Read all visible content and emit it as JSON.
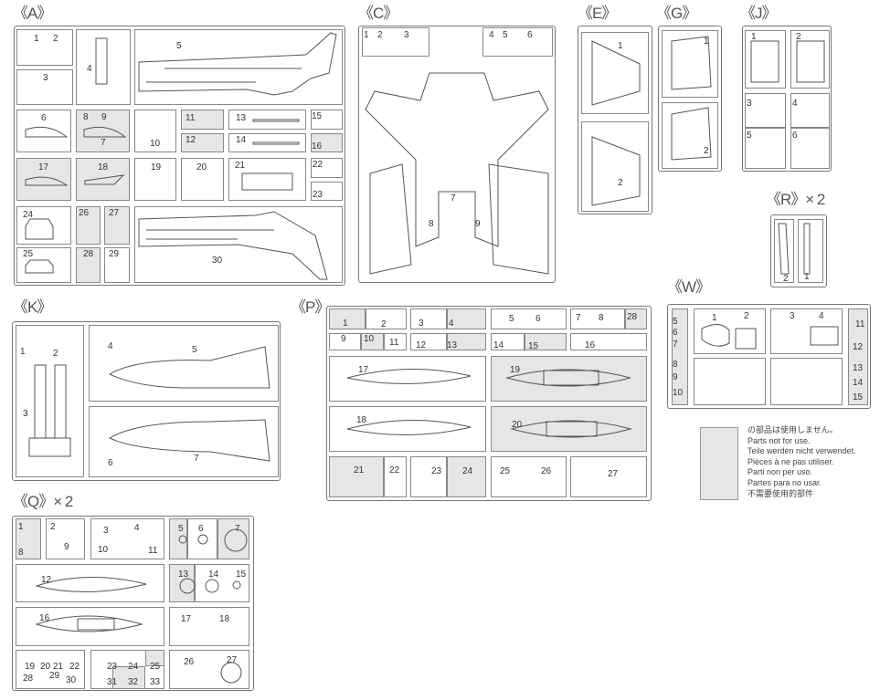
{
  "sheets": {
    "A": {
      "title": "《A》",
      "p": [
        "1",
        "2",
        "3",
        "4",
        "5",
        "6",
        "7",
        "8",
        "9",
        "10",
        "11",
        "12",
        "13",
        "14",
        "15",
        "16",
        "17",
        "18",
        "19",
        "20",
        "21",
        "22",
        "23",
        "24",
        "25",
        "26",
        "27",
        "28",
        "29",
        "30"
      ]
    },
    "C": {
      "title": "《C》",
      "p": [
        "1",
        "2",
        "3",
        "4",
        "5",
        "6",
        "7",
        "8",
        "9"
      ]
    },
    "E": {
      "title": "《E》",
      "p": [
        "1",
        "2"
      ]
    },
    "G": {
      "title": "《G》",
      "p": [
        "1",
        "2"
      ]
    },
    "J": {
      "title": "《J》",
      "p": [
        "1",
        "2",
        "3",
        "4",
        "5",
        "6"
      ]
    },
    "R": {
      "title": "《R》× 2",
      "p": [
        "1",
        "2"
      ]
    },
    "K": {
      "title": "《K》",
      "p": [
        "1",
        "2",
        "3",
        "4",
        "5",
        "6",
        "7"
      ]
    },
    "P": {
      "title": "《P》",
      "p": [
        "1",
        "2",
        "3",
        "4",
        "5",
        "6",
        "7",
        "8",
        "9",
        "10",
        "11",
        "12",
        "13",
        "14",
        "15",
        "16",
        "17",
        "18",
        "19",
        "20",
        "21",
        "22",
        "23",
        "24",
        "25",
        "26",
        "27",
        "28"
      ]
    },
    "W": {
      "title": "《W》",
      "p": [
        "1",
        "2",
        "3",
        "4",
        "5",
        "6",
        "7",
        "8",
        "9",
        "10",
        "11",
        "12",
        "13",
        "14",
        "15"
      ]
    },
    "Q": {
      "title": "《Q》× 2",
      "p": [
        "1",
        "2",
        "3",
        "4",
        "5",
        "6",
        "7",
        "8",
        "9",
        "10",
        "11",
        "12",
        "13",
        "14",
        "15",
        "16",
        "17",
        "18",
        "19",
        "20",
        "21",
        "22",
        "23",
        "24",
        "25",
        "26",
        "27",
        "28",
        "29",
        "30",
        "31",
        "32",
        "33"
      ]
    }
  },
  "legend": {
    "lines": [
      "の部品は使用しません。",
      "Parts not for use.",
      "Teile werden nicht verwendet.",
      "Pièces à ne pas utiliser.",
      "Parti non per uso.",
      "Partes para no usar.",
      "不需要使用的部件"
    ],
    "swatch_color": "#e6e6e6"
  }
}
